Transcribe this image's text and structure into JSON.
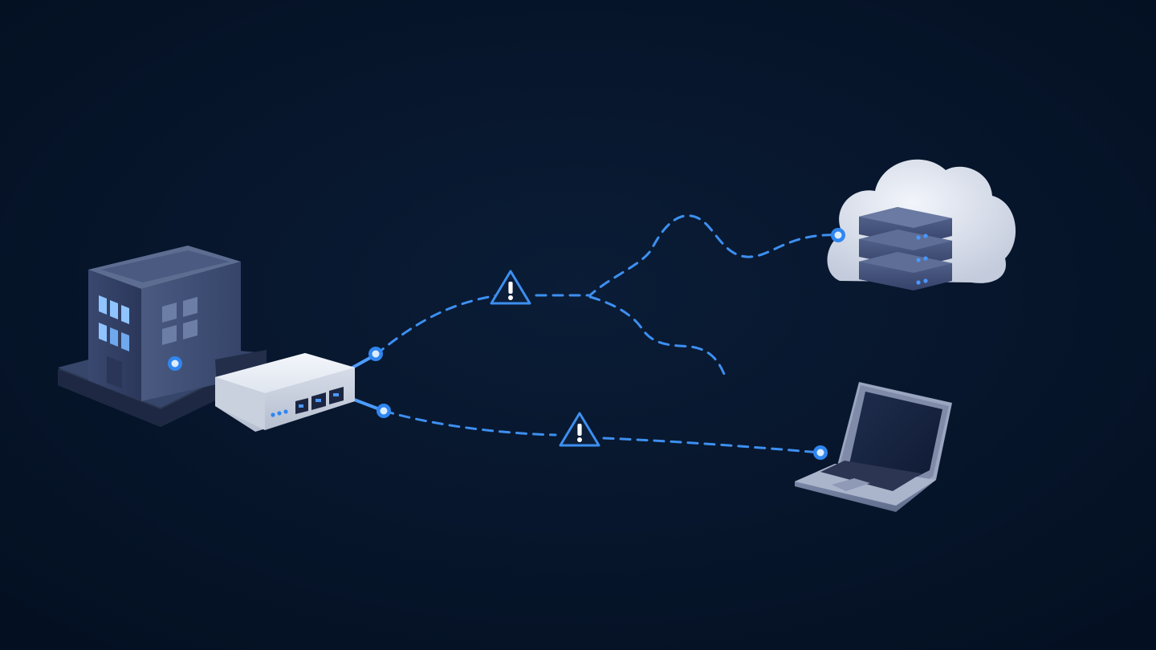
{
  "diagram": {
    "nodes": [
      {
        "id": "office",
        "icon": "office-building-icon"
      },
      {
        "id": "router",
        "icon": "router-icon"
      },
      {
        "id": "cloud",
        "icon": "cloud-server-icon"
      },
      {
        "id": "laptop",
        "icon": "laptop-icon"
      }
    ],
    "links": [
      {
        "from": "office",
        "to": "router",
        "style": "solid"
      },
      {
        "from": "router",
        "to": "cloud",
        "style": "dashed",
        "warning": true,
        "branch": "trailing-off"
      },
      {
        "from": "router",
        "to": "laptop",
        "style": "dashed",
        "warning": true
      }
    ],
    "warning_icon": "warning-triangle-icon",
    "colors": {
      "background": "#061428",
      "link": "#3d8ff0",
      "port": "#2f86f0",
      "device_light": "#dfe5ef",
      "device_dark": "#3a4866"
    }
  }
}
